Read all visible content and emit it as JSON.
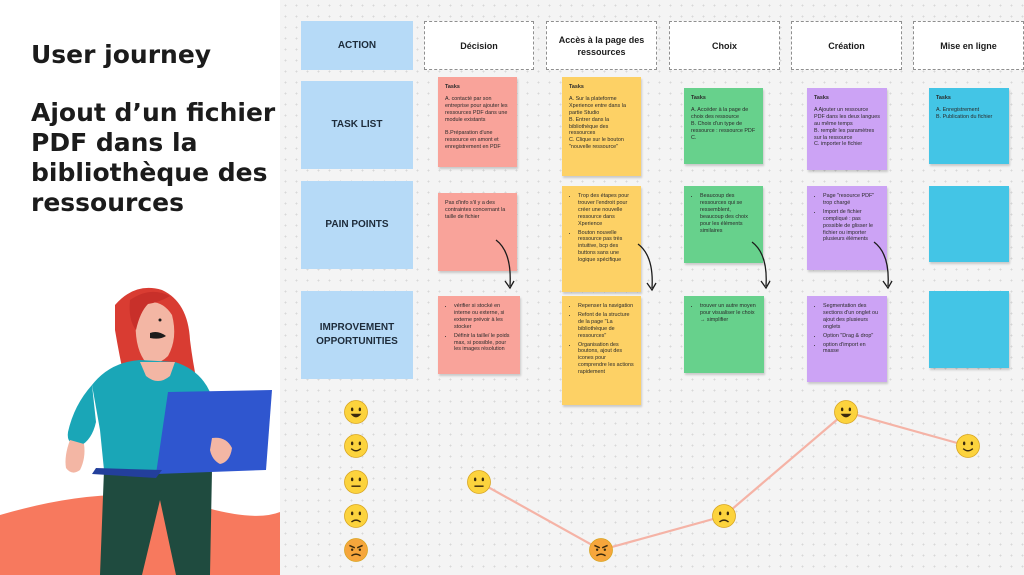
{
  "title": "User journey",
  "subtitle": "Ajout d’un fichier PDF dans la bibliothèque des ressources",
  "rows": {
    "action": "ACTION",
    "task_list": "TASK LIST",
    "pain_points": "PAIN POINTS",
    "improvement": "IMPROVEMENT OPPORTUNITIES"
  },
  "stages": [
    "Décision",
    "Accès à la page des ressources",
    "Choix",
    "Création",
    "Mise en ligne"
  ],
  "tasks": [
    {
      "title": "Tasks",
      "text": "A. contacté par son entreprise pour ajouter les ressources PDF dans une module existants\n\nB.Préparation d'une ressource en amont et enregistrement en PDF"
    },
    {
      "title": "Tasks",
      "text": "A. Sur la plateforme Xperience entre dans la partie Studio\nB. Entrer dans la bibliothèque des ressources\nC. Clique sur le bouton \"nouvelle ressource\""
    },
    {
      "title": "Tasks",
      "text": "A. Accéder à la page de choix des ressource\nB. Choix d'un type de ressource : ressource PDF\nC."
    },
    {
      "title": "Tasks",
      "text": "A Ajouter un ressource PDF dans les deux langues au même temps\nB. remplir les paramètres sur la ressource\nC. importer le fichier"
    },
    {
      "title": "Tasks",
      "text": "A. Enregistrement\nB. Publication du fichier"
    }
  ],
  "pains": [
    {
      "text": "Pas d'info s'il y a des contraintes concernant la taille de fichier"
    },
    {
      "items": [
        "Trop des étapes pour trouver l'endroit pour créer une nouvelle ressource dans Xperience",
        "Bouton nouvelle ressource pas très intuitive, bcp des buttons sans une logique spécifique"
      ]
    },
    {
      "items": [
        "Beaucoup des ressources qui se ressemblent, beaucoup des choix pour les éléments similaires"
      ]
    },
    {
      "items": [
        "Page \"resource PDF\" trop chargé",
        "Import de fichier compliqué : pas possible de glisser le fichier ou importer plusieurs éléments"
      ]
    },
    {
      "text": ""
    }
  ],
  "improvements": [
    {
      "items": [
        "vérifier si stocké en interne ou externe, si externe prévoir à les stocker",
        "Définir la taille/ le poids max, si possible, pour les images résolution"
      ]
    },
    {
      "items": [
        "Repenser la navigation",
        "Refont de la structure de la page \"La bibliothèque de ressources\"",
        "Organisation des boutons, ajout des icones pour comprendre les actions rapidement"
      ]
    },
    {
      "items": [
        "trouver un autre moyen pour visualiser le choix → simplifier"
      ]
    },
    {
      "items": [
        "Segmentation des sections d'un onglet ou ajout des plusieurs onglets",
        "Option \"Drag & drop\"",
        "option d'import en masse"
      ]
    },
    {
      "text": ""
    }
  ],
  "colors": {
    "red": "#f9a39a",
    "yellow": "#fdd165",
    "green": "#67d18c",
    "purple": "#cca3f5",
    "cyan": "#43c5e6",
    "label": "#b6daf7",
    "curve": "#f5b3a6",
    "emoji": "#fcd33d"
  },
  "mood_scale": [
    "very-happy",
    "happy",
    "neutral",
    "sad",
    "angry"
  ],
  "journey_moods": [
    "neutral",
    "angry",
    "sad",
    "very-happy",
    "happy"
  ]
}
